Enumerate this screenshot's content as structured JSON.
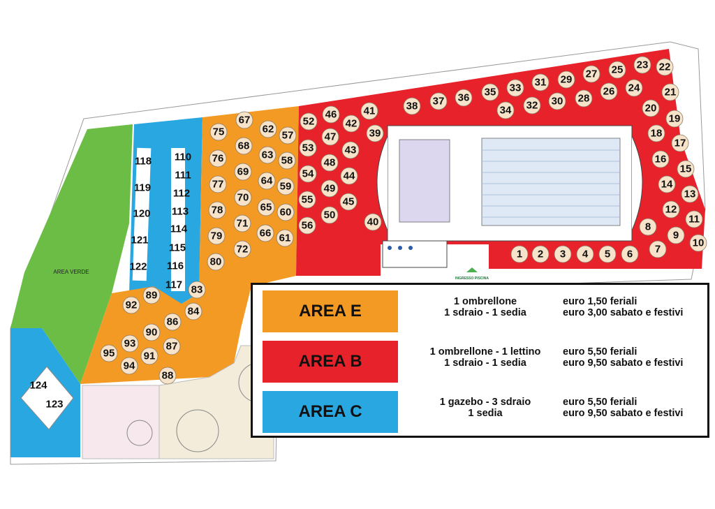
{
  "map": {
    "area_verde_label": "AREA VERDE",
    "building_label": "INGRESSO PISCINA",
    "spots": [
      {
        "n": "1",
        "a": "B"
      },
      {
        "n": "2",
        "a": "B"
      },
      {
        "n": "3",
        "a": "B"
      },
      {
        "n": "4",
        "a": "B"
      },
      {
        "n": "5",
        "a": "B"
      },
      {
        "n": "6",
        "a": "B"
      },
      {
        "n": "7",
        "a": "B"
      },
      {
        "n": "8",
        "a": "B"
      },
      {
        "n": "9",
        "a": "B"
      },
      {
        "n": "10",
        "a": "B"
      },
      {
        "n": "11",
        "a": "B"
      },
      {
        "n": "12",
        "a": "B"
      },
      {
        "n": "13",
        "a": "B"
      },
      {
        "n": "14",
        "a": "B"
      },
      {
        "n": "15",
        "a": "B"
      },
      {
        "n": "16",
        "a": "B"
      },
      {
        "n": "17",
        "a": "B"
      },
      {
        "n": "18",
        "a": "B"
      },
      {
        "n": "19",
        "a": "B"
      },
      {
        "n": "20",
        "a": "B"
      },
      {
        "n": "21",
        "a": "B"
      },
      {
        "n": "22",
        "a": "B"
      },
      {
        "n": "23",
        "a": "B"
      },
      {
        "n": "24",
        "a": "B"
      },
      {
        "n": "25",
        "a": "B"
      },
      {
        "n": "26",
        "a": "B"
      },
      {
        "n": "27",
        "a": "B"
      },
      {
        "n": "28",
        "a": "B"
      },
      {
        "n": "29",
        "a": "B"
      },
      {
        "n": "30",
        "a": "B"
      },
      {
        "n": "31",
        "a": "B"
      },
      {
        "n": "32",
        "a": "B"
      },
      {
        "n": "33",
        "a": "B"
      },
      {
        "n": "34",
        "a": "B"
      },
      {
        "n": "35",
        "a": "B"
      },
      {
        "n": "36",
        "a": "B"
      },
      {
        "n": "37",
        "a": "B"
      },
      {
        "n": "38",
        "a": "B"
      },
      {
        "n": "39",
        "a": "B"
      },
      {
        "n": "40",
        "a": "B"
      },
      {
        "n": "41",
        "a": "B"
      },
      {
        "n": "42",
        "a": "B"
      },
      {
        "n": "43",
        "a": "B"
      },
      {
        "n": "44",
        "a": "B"
      },
      {
        "n": "45",
        "a": "B"
      },
      {
        "n": "46",
        "a": "B"
      },
      {
        "n": "47",
        "a": "B"
      },
      {
        "n": "48",
        "a": "B"
      },
      {
        "n": "49",
        "a": "B"
      },
      {
        "n": "50",
        "a": "B"
      },
      {
        "n": "52",
        "a": "B"
      },
      {
        "n": "53",
        "a": "B"
      },
      {
        "n": "54",
        "a": "B"
      },
      {
        "n": "55",
        "a": "B"
      },
      {
        "n": "56",
        "a": "B"
      },
      {
        "n": "57",
        "a": "E"
      },
      {
        "n": "58",
        "a": "E"
      },
      {
        "n": "59",
        "a": "E"
      },
      {
        "n": "60",
        "a": "E"
      },
      {
        "n": "61",
        "a": "E"
      },
      {
        "n": "62",
        "a": "E"
      },
      {
        "n": "63",
        "a": "E"
      },
      {
        "n": "64",
        "a": "E"
      },
      {
        "n": "65",
        "a": "E"
      },
      {
        "n": "66",
        "a": "E"
      },
      {
        "n": "67",
        "a": "E"
      },
      {
        "n": "68",
        "a": "E"
      },
      {
        "n": "69",
        "a": "E"
      },
      {
        "n": "70",
        "a": "E"
      },
      {
        "n": "71",
        "a": "E"
      },
      {
        "n": "72",
        "a": "E"
      },
      {
        "n": "75",
        "a": "E"
      },
      {
        "n": "76",
        "a": "E"
      },
      {
        "n": "77",
        "a": "E"
      },
      {
        "n": "78",
        "a": "E"
      },
      {
        "n": "79",
        "a": "E"
      },
      {
        "n": "80",
        "a": "E"
      },
      {
        "n": "83",
        "a": "E"
      },
      {
        "n": "84",
        "a": "E"
      },
      {
        "n": "86",
        "a": "E"
      },
      {
        "n": "87",
        "a": "E"
      },
      {
        "n": "88",
        "a": "E"
      },
      {
        "n": "89",
        "a": "E"
      },
      {
        "n": "90",
        "a": "E"
      },
      {
        "n": "91",
        "a": "E"
      },
      {
        "n": "92",
        "a": "E"
      },
      {
        "n": "93",
        "a": "E"
      },
      {
        "n": "94",
        "a": "E"
      },
      {
        "n": "95",
        "a": "E"
      },
      {
        "n": "110",
        "a": "C"
      },
      {
        "n": "111",
        "a": "C"
      },
      {
        "n": "112",
        "a": "C"
      },
      {
        "n": "113",
        "a": "C"
      },
      {
        "n": "114",
        "a": "C"
      },
      {
        "n": "115",
        "a": "C"
      },
      {
        "n": "116",
        "a": "C"
      },
      {
        "n": "117",
        "a": "C"
      },
      {
        "n": "118",
        "a": "C"
      },
      {
        "n": "119",
        "a": "C"
      },
      {
        "n": "120",
        "a": "C"
      },
      {
        "n": "121",
        "a": "C"
      },
      {
        "n": "122",
        "a": "C"
      },
      {
        "n": "123",
        "a": "C"
      },
      {
        "n": "124",
        "a": "C"
      }
    ]
  },
  "legend": {
    "rows": [
      {
        "area": "AREA E",
        "color": "#f39a24",
        "items": [
          "1 ombrellone",
          "1 sdraio - 1 sedia"
        ],
        "prices": [
          "euro 1,50 feriali",
          "euro 3,00 sabato e festivi"
        ]
      },
      {
        "area": "AREA B",
        "color": "#e8222b",
        "items": [
          "1 ombrellone - 1 lettino",
          "1 sdraio - 1 sedia"
        ],
        "prices": [
          "euro 5,50 feriali",
          "euro 9,50 sabato e festivi"
        ]
      },
      {
        "area": "AREA C",
        "color": "#29a7e1",
        "items": [
          "1 gazebo - 3 sdraio",
          "1 sedia"
        ],
        "prices": [
          "euro 5,50 feriali",
          "euro 9,50 sabato e festivi"
        ]
      }
    ]
  },
  "colors": {
    "area_e": "#f39a24",
    "area_b": "#e8222b",
    "area_c": "#29a7e1",
    "area_verde": "#6cbd45",
    "pool": "#dfe9f5"
  }
}
